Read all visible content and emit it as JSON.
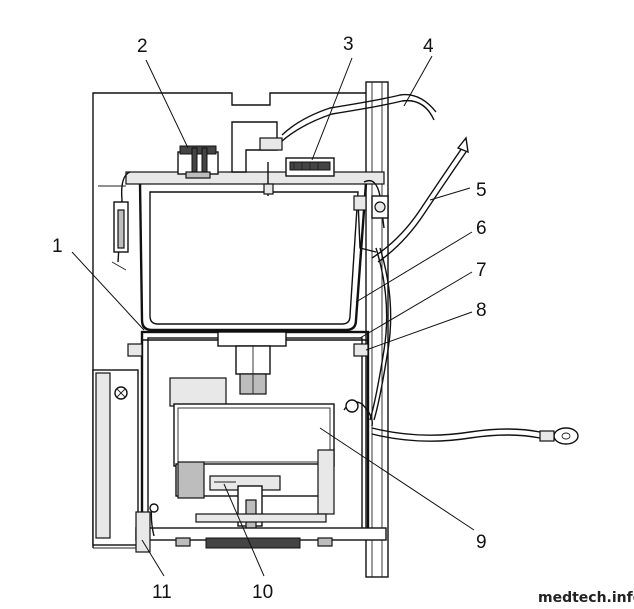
{
  "callouts": {
    "c1": "1",
    "c2": "2",
    "c3": "3",
    "c4": "4",
    "c5": "5",
    "c6": "6",
    "c7": "7",
    "c8": "8",
    "c9": "9",
    "c10": "10",
    "c11": "11"
  },
  "watermark": "medtech.info"
}
